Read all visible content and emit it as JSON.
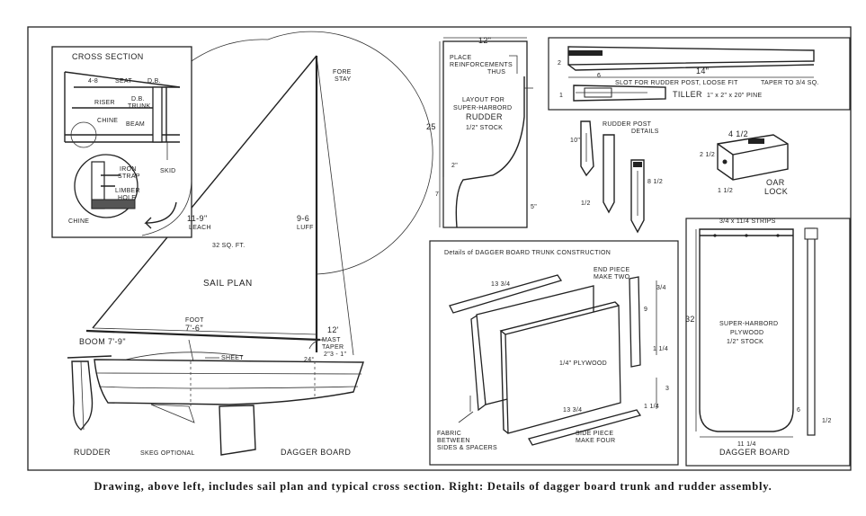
{
  "cross_section": {
    "title": "CROSS SECTION",
    "seat": "SEAT",
    "db_short": "D.B.",
    "dim_4_8": "4-8",
    "riser": "RISER",
    "db_trunk_1": "D.B.",
    "db_trunk_2": "TRUNK",
    "chine_inner": "CHINE",
    "beam": "BEAM",
    "iron_strap_1": "IRON",
    "iron_strap_2": "STRAP",
    "limber_hole_1": "LIMBER",
    "limber_hole_2": "HOLE",
    "chine_outer": "CHINE",
    "skid": "SKID"
  },
  "sail_plan": {
    "fore_stay_1": "FORE",
    "fore_stay_2": "STAY",
    "leach_dim": "11-9\"",
    "leach": "LEACH",
    "luff_dim": "9-6",
    "luff": "LUFF",
    "area": "32   SQ. FT.",
    "title": "SAIL PLAN",
    "foot_1": "FOOT",
    "foot_2": "7'-6\"",
    "boom": "BOOM  7'-9\"",
    "mast_1": "12'",
    "mast_2": "MAST",
    "mast_3": "TAPER",
    "mast_4": "2\"3 - 1\"",
    "angle": "24°",
    "sheet": "SHEET",
    "rudder": "RUDDER",
    "skeg": "SKEG  OPTIONAL",
    "dagger_board": "DAGGER BOARD"
  },
  "rudder_layout": {
    "width_dim": "12\"",
    "place_1": "PLACE",
    "place_2": "REINFORCEMENTS",
    "place_3": "THUS",
    "layout_1": "LAYOUT FOR",
    "layout_2": "SUPER-HARBORD",
    "layout_3": "RUDDER",
    "layout_4": "1/2\" STOCK",
    "height_dim": "25",
    "dim_2": "2\"",
    "dim_7": "7",
    "dim_5": "5\""
  },
  "tiller": {
    "dim_14": "14\"",
    "dim_6": "6",
    "dim_2": "2",
    "slot": "SLOT FOR RUDDER POST, LOOSE FIT",
    "taper": "TAPER TO 3/4 SQ.",
    "label": "TILLER",
    "spec": "1\" x 2\" x 20\" PINE",
    "dim_1": "1"
  },
  "rudder_post": {
    "label_1": "RUDDER POST",
    "label_2": "DETAILS",
    "dim_10": "10\"",
    "dim_8": "8 1/2",
    "dim_half": "1/2"
  },
  "oarlock": {
    "dim_4": "4 1/2",
    "dim_2": "2 1/2",
    "dim_1": "1 1/2",
    "label_1": "OAR",
    "label_2": "LOCK"
  },
  "trunk": {
    "title": "Details of  DAGGER BOARD  TRUNK  CONSTRUCTION",
    "end_piece_1": "END PIECE",
    "end_piece_2": "MAKE TWO",
    "dim_13a": "13 3/4",
    "dim_9": "9",
    "dim_34": "3/4",
    "plywood": "1/4\"  PLYWOOD",
    "dim_13b": "13 3/4",
    "dim_1a": "1 1/4",
    "dim_1b": "1 1/4",
    "fabric_1": "FABRIC",
    "fabric_2": "BETWEEN",
    "fabric_3": "SIDES & SPACERS",
    "side_1": "SIDE PIECE",
    "side_2": "MAKE FOUR",
    "dim_3": "3"
  },
  "dagger_board": {
    "strips": "3/4 x 11/4  STRIPS",
    "height_dim": "32",
    "label_1": "SUPER-HARBORD",
    "label_2": "PLYWOOD",
    "label_3": "1/2\"  STOCK",
    "width_dim": "11 1/4",
    "title": "DAGGER  BOARD",
    "dim_6": "6",
    "dim_half": "1/2"
  },
  "caption": "Drawing, above left, includes sail plan and typical cross section.  Right:  Details of dagger board trunk and rudder assembly."
}
